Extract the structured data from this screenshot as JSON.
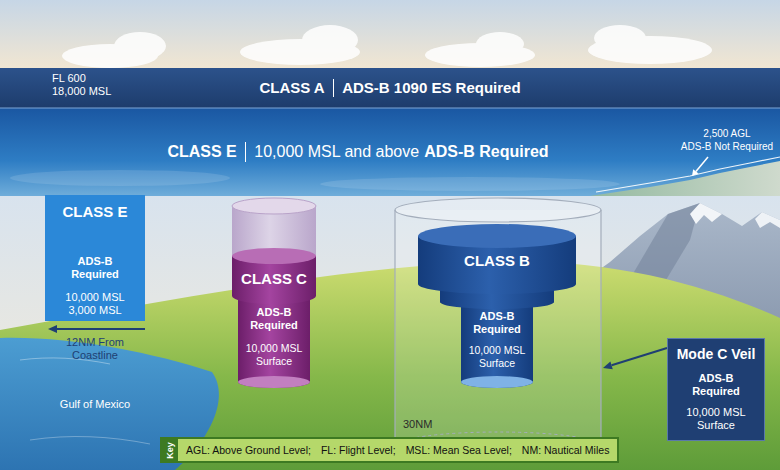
{
  "diagram": {
    "nodes": [
      {
        "text": [
          "FL 600",
          "18,000 MSL",
          "CLASS A",
          "ADS-B 1090 ES Required"
        ]
      },
      {
        "text": [
          "CLASS E",
          "10,000 MSL and above",
          "ADS-B Required"
        ]
      },
      {
        "text": [
          "CLASS E",
          "ADS-B Required",
          "10,000 MSL",
          "3,000 MSL"
        ]
      },
      {
        "text": [
          "CLASS C",
          "ADS-B Required",
          "10,000 MSL",
          "Surface"
        ]
      },
      {
        "text": [
          "30NM"
        ]
      },
      {
        "text": [
          "CLASS B",
          "ADS-B Required",
          "10,000 MSL",
          "Surface"
        ],
        "in": 4
      },
      {
        "text": [
          "Mode C Veil",
          "ADS-B Required",
          "10,000 MSL",
          "Surface"
        ]
      },
      {
        "text": [
          "Key",
          "AGL: Above Ground Level;",
          "FL: Flight Level;",
          "MSL: Mean Sea Level;",
          "NM: Nautical Miles"
        ]
      }
    ],
    "edges": [
      {
        "from": 6,
        "to": 4,
        "arrow": "to"
      }
    ],
    "labels": [
      "2,500 AGL",
      "ADS-B Not Required",
      "12NM From Coastline",
      "Gulf of Mexico"
    ]
  }
}
